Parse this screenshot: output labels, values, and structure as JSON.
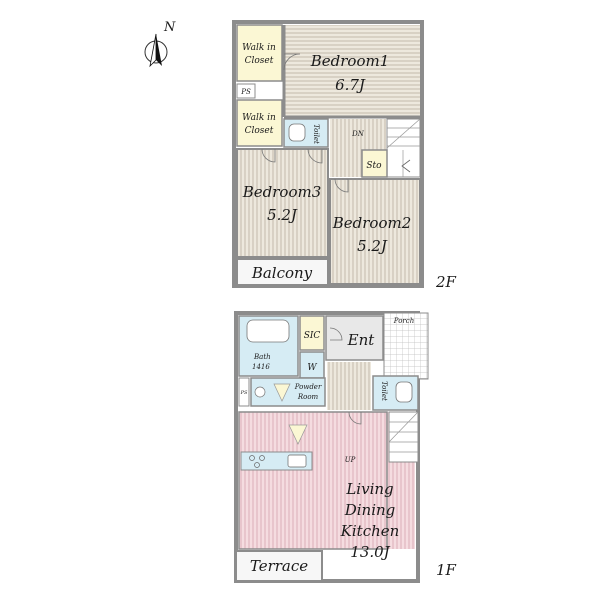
{
  "compass": {
    "label": "N",
    "icon": "north-arrow-icon"
  },
  "floor2": {
    "floor_label": "2F",
    "walk_in_closet_top": {
      "line1": "Walk in",
      "line2": "Closet"
    },
    "walk_in_closet_mid": {
      "line1": "Walk in",
      "line2": "Closet"
    },
    "ps": "PS",
    "bedroom1": {
      "name": "Bedroom1",
      "size": "6.7J"
    },
    "toilet": "Toilet",
    "dn": "DN",
    "sto": "Sto",
    "bedroom3": {
      "name": "Bedroom3",
      "size": "5.2J"
    },
    "bedroom2": {
      "name": "Bedroom2",
      "size": "5.2J"
    },
    "balcony": "Balcony"
  },
  "floor1": {
    "floor_label": "1F",
    "porch": "Porch",
    "sic": "SIC",
    "ent": "Ent",
    "bath": {
      "line1": "Bath",
      "line2": "1416"
    },
    "w": "W",
    "ps": "PS",
    "powder_room": {
      "line1": "Powder",
      "line2": "Room"
    },
    "toilet": "Toilet",
    "up": "UP",
    "ldk": {
      "line1": "Living",
      "line2": "Dining",
      "line3": "Kitchen",
      "size": "13.0J"
    },
    "terrace": "Terrace"
  },
  "colors": {
    "wood": "#ede8dd",
    "wood_line": "#b3aa9c",
    "carpet": "#efe4cf",
    "closet": "#fbf7d4",
    "wet": "#d6ecf4",
    "ldk": "#f3d7dc",
    "ldk_line": "#d9a9b3",
    "wall": "#8c8c8c"
  }
}
